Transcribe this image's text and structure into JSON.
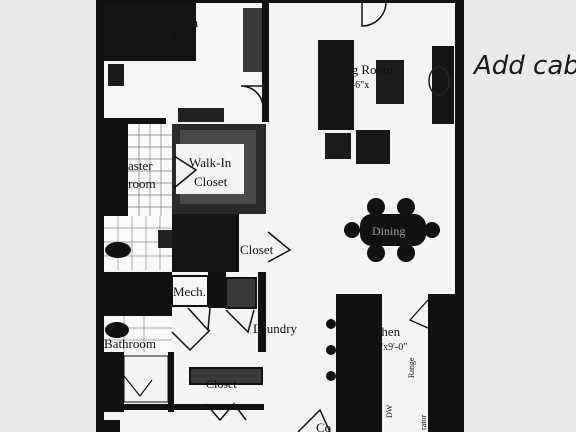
{
  "photo": {
    "subject": "photocopied apartment floor plan",
    "colors": {
      "paper": "#efefef",
      "ink": "#111111",
      "handwriting": "#1a1a1a"
    }
  },
  "rooms": {
    "master_bedroom": {
      "name": "aster Bedroom",
      "size": "4'-4\""
    },
    "living_room": {
      "name": "ving Room",
      "size": "'-6\"x"
    },
    "master_bathroom": {
      "name_line1": "aster",
      "name_line2": "throom"
    },
    "walk_in_closet": {
      "name_line1": "Walk-In",
      "name_line2": "Closet"
    },
    "closet_hall": {
      "name": "Closet"
    },
    "dining": {
      "name": "Dining"
    },
    "mech": {
      "name": "Mech."
    },
    "laundry": {
      "name": "Laundry"
    },
    "kitchen": {
      "name": "tchen",
      "size": "0\"x9'-0\""
    },
    "bathroom": {
      "name": "Bathroom"
    },
    "closet_lower": {
      "name": "Closet"
    },
    "range": {
      "name": "Range"
    },
    "dw": {
      "name": "DW"
    },
    "refrigerator": {
      "name": "rator"
    },
    "bottom_room": {
      "name": "Co"
    }
  },
  "annotation": {
    "text": "Add cab"
  }
}
